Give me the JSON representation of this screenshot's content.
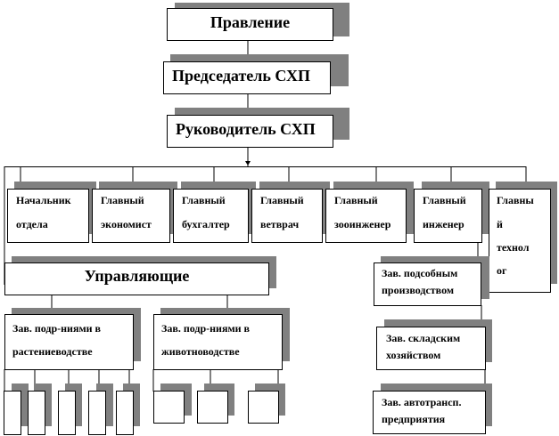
{
  "diagram": {
    "type": "org-chart",
    "top": {
      "board": "Правление",
      "chairman": "Председатель СХП",
      "head": "Руководитель СХП"
    },
    "chiefs": [
      {
        "line1": "Начальник",
        "line2": "отдела"
      },
      {
        "line1": "Главный",
        "line2": "экономист"
      },
      {
        "line1": "Главный",
        "line2": "бухгалтер"
      },
      {
        "line1": "Главный",
        "line2": "ветврач"
      },
      {
        "line1": "Главный",
        "line2": "зооинженер"
      },
      {
        "line1": "Главный",
        "line2": "инженер"
      },
      {
        "line1": "Главны",
        "line2": "й",
        "line3": "технол",
        "line4": "ог"
      }
    ],
    "managers": {
      "title": "Управляющие",
      "crop": {
        "line1": "Зав.  подр-ниями  в",
        "line2": "растениеводстве"
      },
      "livestock": {
        "line1": "Зав.  подр-ниями  в",
        "line2": "животноводстве"
      },
      "crop_units": 5,
      "livestock_units": 3
    },
    "engineer_subordinates": [
      {
        "line1": "Зав. подсобным",
        "line2": "производством"
      },
      {
        "line1": "Зав.  складским",
        "line2": "хозяйством"
      },
      {
        "line1": "Зав. автотрансп.",
        "line2": "предприятия"
      }
    ]
  }
}
